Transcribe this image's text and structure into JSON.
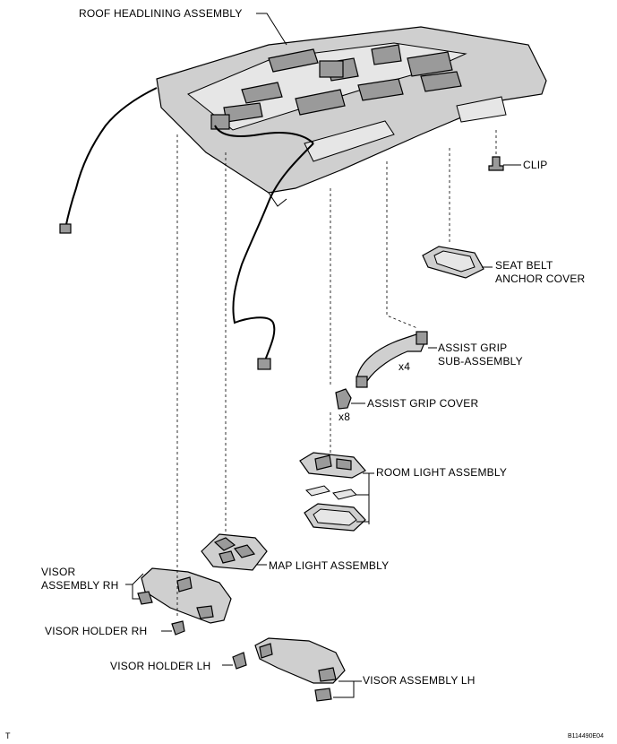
{
  "labels": {
    "roof_headlining": "ROOF HEADLINING ASSEMBLY",
    "clip": "CLIP",
    "seat_belt_anchor_cover_1": "SEAT BELT",
    "seat_belt_anchor_cover_2": "ANCHOR COVER",
    "assist_grip_1": "ASSIST GRIP",
    "assist_grip_2": "SUB-ASSEMBLY",
    "assist_grip_qty": "x4",
    "assist_grip_cover": "ASSIST GRIP COVER",
    "assist_grip_cover_qty": "x8",
    "room_light": "ROOM LIGHT ASSEMBLY",
    "map_light": "MAP LIGHT ASSEMBLY",
    "visor_rh_1": "VISOR",
    "visor_rh_2": "ASSEMBLY RH",
    "visor_holder_rh": "VISOR HOLDER RH",
    "visor_holder_lh": "VISOR HOLDER LH",
    "visor_lh": "VISOR ASSEMBLY LH"
  },
  "footer": {
    "left_mark": "T",
    "figure_code": "B114490E04"
  }
}
